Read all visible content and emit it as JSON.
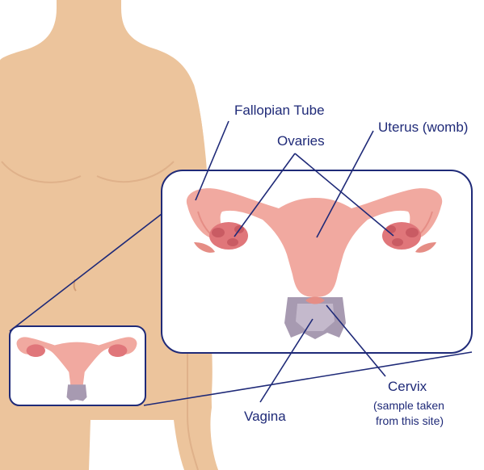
{
  "labels": {
    "fallopian_tube": "Fallopian Tube",
    "ovaries": "Ovaries",
    "uterus": "Uterus (womb)",
    "cervix": "Cervix",
    "cervix_note_line1": "(sample taken",
    "cervix_note_line2": "from this site)",
    "vagina": "Vagina"
  },
  "colors": {
    "skin": "#ecc49c",
    "skin_shadow": "#dfb18a",
    "uterus": "#f1a9a0",
    "uterus_dark": "#e58d85",
    "ovary": "#e0767a",
    "ovary_dark": "#c95b63",
    "vagina": "#a79ab1",
    "vagina_light": "#c4b9cc",
    "line": "#1f2a78",
    "panel_bg": "#ffffff"
  }
}
